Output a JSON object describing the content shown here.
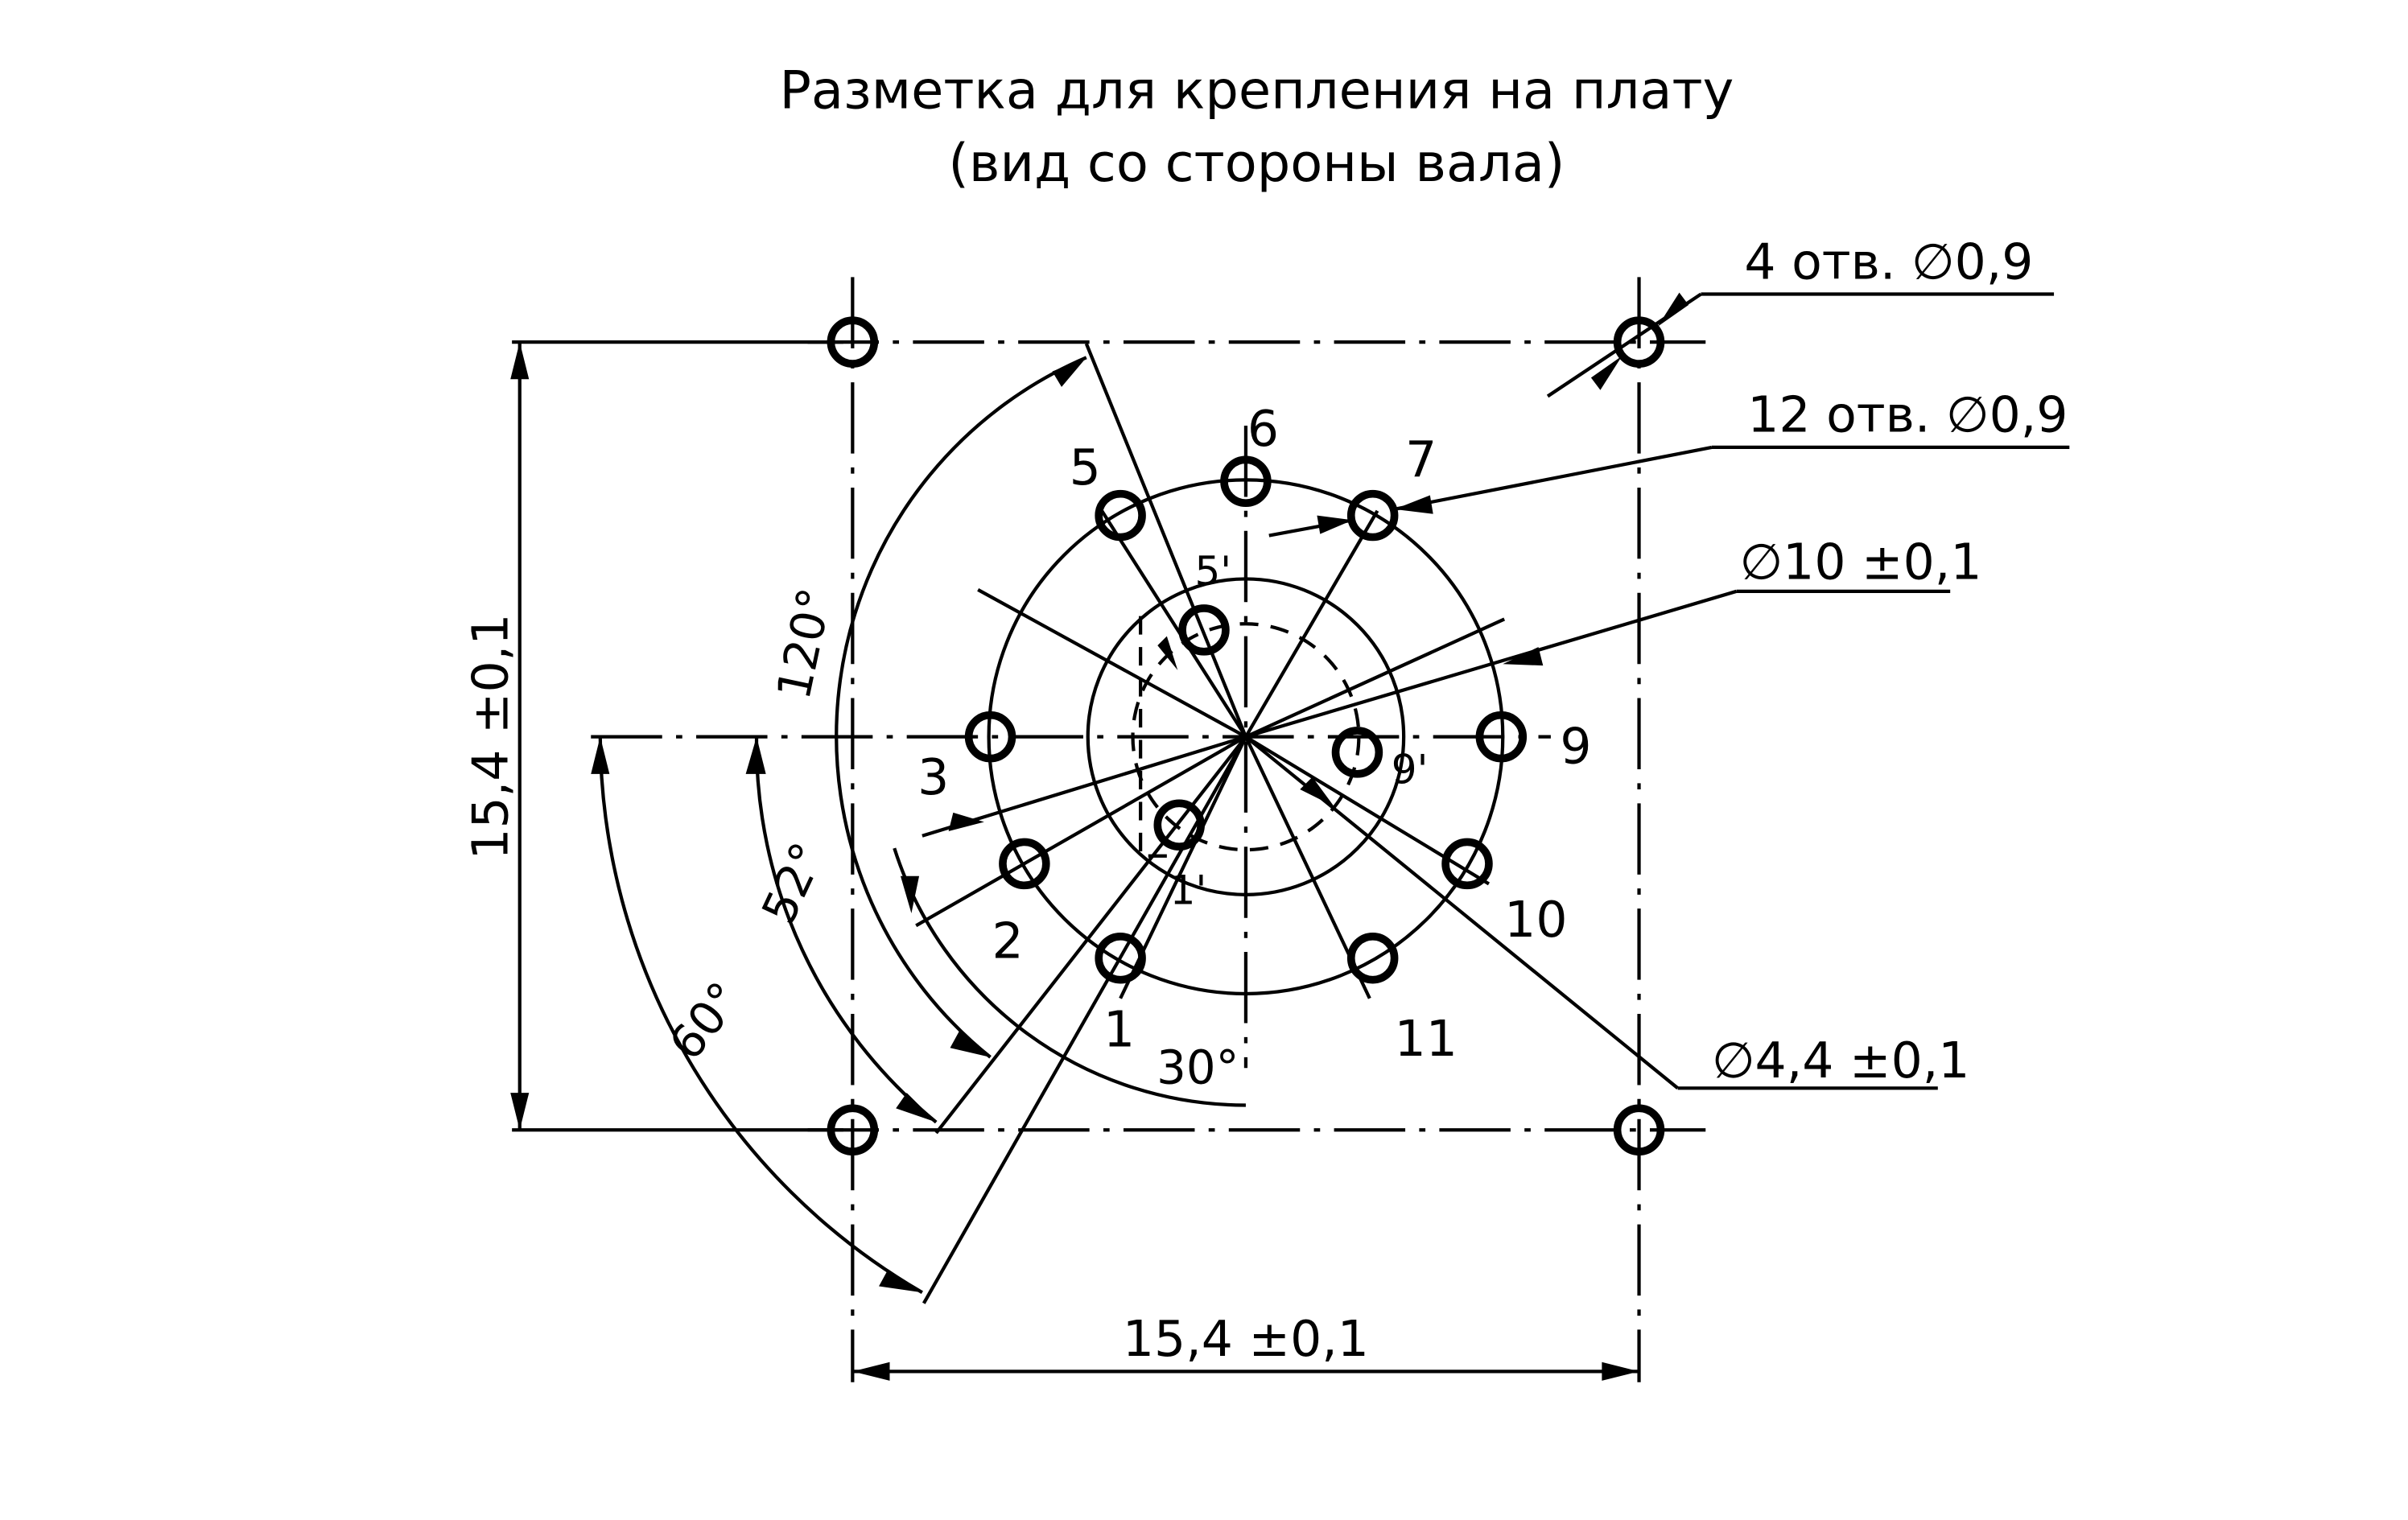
{
  "title": {
    "line1": "Разметка для крепления на плату",
    "line2": "(вид со стороны вала)"
  },
  "callouts": {
    "corner_holes": "4 отв. ∅0,9",
    "ring_holes": "12 отв. ∅0,9",
    "circle_10": "∅10 ±0,1",
    "circle_4_4": "∅4,4 ±0,1"
  },
  "dimensions": {
    "width": "15,4 ±0,1",
    "height": "15,4 ±0,1",
    "angle_120": "120°",
    "angle_52": "52°",
    "angle_60": "60°",
    "angle_30": "30°"
  },
  "hole_numbers": {
    "h1": "1",
    "h2": "2",
    "h3": "3",
    "h5": "5",
    "h6": "6",
    "h7": "7",
    "h9": "9",
    "h10": "10",
    "h11": "11",
    "h1p": "1'",
    "h5p": "5'",
    "h9p": "9'"
  }
}
